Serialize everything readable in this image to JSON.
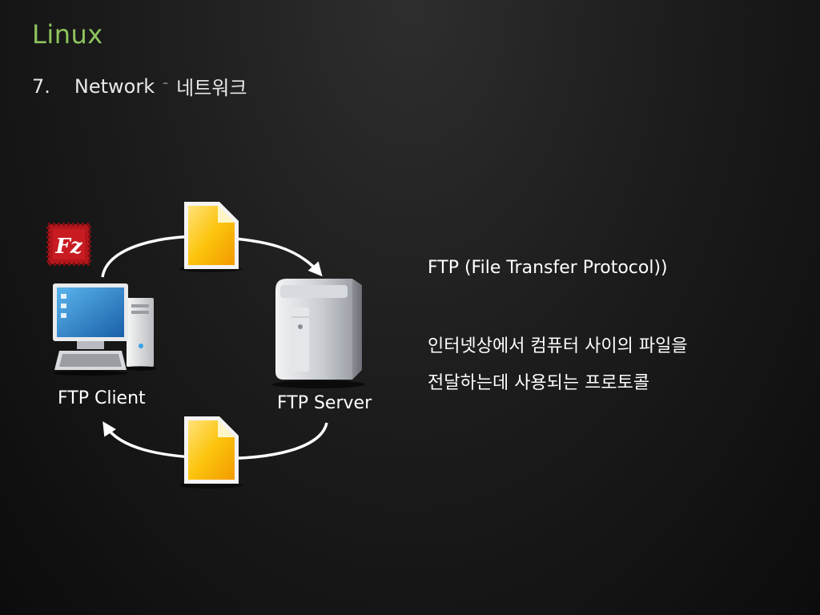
{
  "slide": {
    "title": "Linux",
    "subtitle_number": "7.",
    "subtitle_text": "Network",
    "subtitle_separator": "–",
    "subtitle_korean": "네트워크"
  },
  "diagram": {
    "client_label": "FTP Client",
    "server_label": "FTP Server",
    "logo_letter": "Fz",
    "icons": [
      "filezilla-logo-icon",
      "desktop-computer-icon",
      "server-tower-icon",
      "document-icon"
    ],
    "colors": {
      "document_fill": "#fcc40c",
      "logo_red": "#b3161b",
      "title_green": "#8fc45e"
    }
  },
  "description": {
    "heading": "FTP (File Transfer Protocol))",
    "line1": "인터넷상에서 컴퓨터 사이의 파일을",
    "line2": "전달하는데 사용되는 프로토콜"
  }
}
